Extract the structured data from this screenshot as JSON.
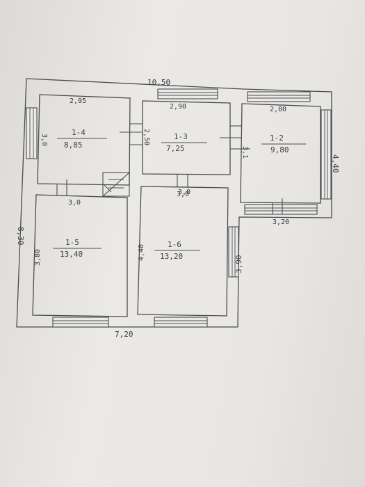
{
  "plan": {
    "overall": {
      "top_width": "10,50",
      "left_height": "8,30",
      "bottom_width": "7,20",
      "right_height": "4,40",
      "step_height": "3,90"
    },
    "rooms": [
      {
        "id": "1-4",
        "area": "8,85",
        "width": "2,95",
        "depth": "3,0",
        "bottom_width": ""
      },
      {
        "id": "1-3",
        "area": "7,25",
        "width": "2,90",
        "depth": "2,50",
        "bottom_width": "3,0"
      },
      {
        "id": "1-2",
        "area": "9,80",
        "width": "2,80",
        "depth": "3,1",
        "bottom_width": "3,20"
      },
      {
        "id": "1-5",
        "area": "13,40",
        "width": "3,0",
        "depth": "3,80"
      },
      {
        "id": "1-6",
        "area": "13,20",
        "width": "3,0",
        "depth": "4,40"
      }
    ]
  }
}
